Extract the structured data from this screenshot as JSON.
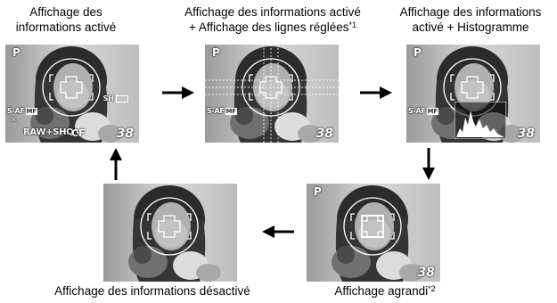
{
  "captions": {
    "c1_line1": "Affichage des",
    "c1_line2": "informations activé",
    "c2_line1": "Affichage des informations activé",
    "c2_line2": "+ Affichage des lignes réglées",
    "c2_sup": "*1",
    "c3_line1": "Affichage des informations",
    "c3_line2": "activé + Histogramme",
    "c4": "Affichage agrandi",
    "c4_sup": "*2",
    "c5": "Affichage des informations désactivé"
  },
  "overlay": {
    "mode": "P",
    "saf": "S-AF",
    "mf": "MF",
    "wb": "✕",
    "quality": "RAW+SHQ",
    "card": "CF",
    "shots": "38",
    "sh": "SH"
  },
  "flow": [
    "right",
    "right",
    "down",
    "left",
    "up"
  ],
  "colors": {
    "photo_dark": "#3a3a3a",
    "photo_light": "#c8c8c8",
    "overlay_text": "#ffffff"
  }
}
